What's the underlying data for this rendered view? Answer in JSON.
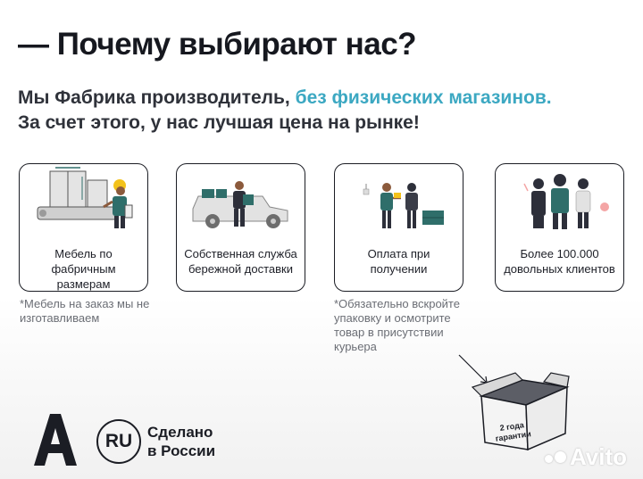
{
  "header": {
    "title": "— Почему выбирают нас?",
    "subtitle_line1_start": "Мы Фабрика производитель, ",
    "subtitle_line1_accent": "без физических магазинов.",
    "subtitle_line2": "За счет этого, у нас лучшая цена на рынке!"
  },
  "cards": [
    {
      "label": "Мебель по фабричным размерам",
      "icon": "factory-worker-furniture-icon"
    },
    {
      "label": "Собственная служба бережной доставки",
      "icon": "delivery-truck-icon"
    },
    {
      "label": "Оплата при получении",
      "icon": "payment-handover-icon"
    },
    {
      "label": "Более 100.000 довольных клиентов",
      "icon": "happy-customers-icon"
    }
  ],
  "notes": {
    "custom_order": "*Мебель на заказ мы не изготавливаем",
    "inspect_package": "*Обязательно вскройте упаковку и осмотрите товар в присутствии курьера"
  },
  "footer": {
    "logo_letter": "A",
    "ru_badge": "RU",
    "made_line1": "Сделано",
    "made_line2": "в России",
    "warranty_label": "2 года гарантии",
    "watermark": "Avito"
  },
  "colors": {
    "accent": "#3ca8c2",
    "dark": "#1b1d24",
    "teal": "#2f6e6a"
  }
}
